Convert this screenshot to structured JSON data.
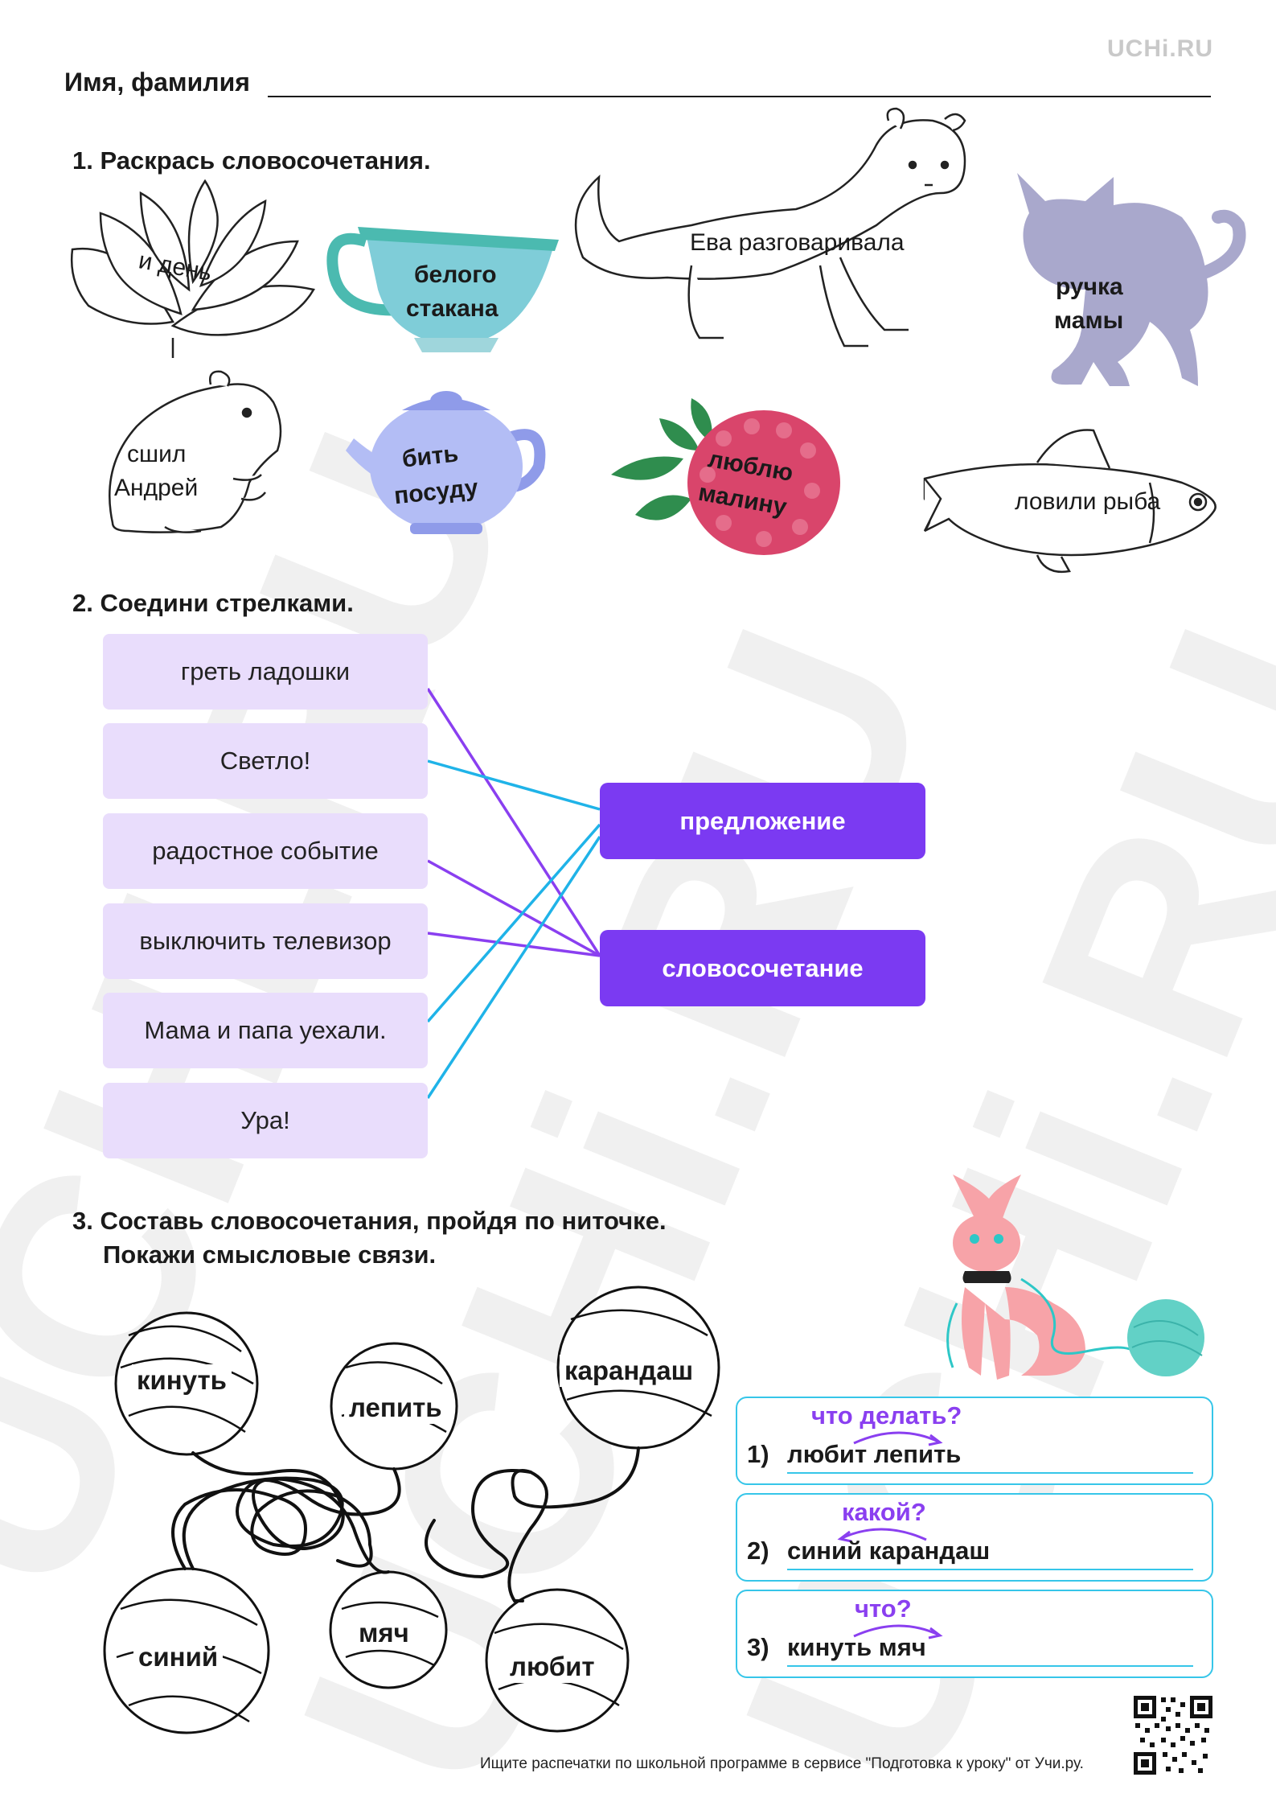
{
  "logo": "UCHi.RU",
  "header": {
    "name_label": "Имя, фамилия"
  },
  "task1": {
    "title": "1. Раскрась словосочетания.",
    "pictures": [
      {
        "icon": "lotus-icon",
        "label": "и день"
      },
      {
        "icon": "teacup-icon",
        "label_line1": "белого",
        "label_line2": "стакана"
      },
      {
        "icon": "ferret-icon",
        "label": "Ева разговаривала"
      },
      {
        "icon": "cat-icon",
        "label_line1": "ручка",
        "label_line2": "мамы"
      },
      {
        "icon": "hamster-icon",
        "label_line1": "сшил",
        "label_line2": "Андрей"
      },
      {
        "icon": "teapot-icon",
        "label_line1": "бить",
        "label_line2": "посуду"
      },
      {
        "icon": "raspberry-icon",
        "label_line1": "люблю",
        "label_line2": "малину"
      },
      {
        "icon": "fish-icon",
        "label": "ловили рыба"
      }
    ]
  },
  "task2": {
    "title": "2. Соедини стрелками.",
    "left": [
      "греть ладошки",
      "Светло!",
      "радостное событие",
      "выключить телевизор",
      "Мама и папа уехали.",
      "Ура!"
    ],
    "right": [
      "предложение",
      "словосочетание"
    ],
    "colors": {
      "to_sentence": "#1fb3e8",
      "to_phrase": "#8a3ff0"
    }
  },
  "task3": {
    "title_line1": "3. Составь словосочетания, пройдя по ниточке.",
    "title_line2": "Покажи смысловые связи.",
    "balls": [
      "кинуть",
      "лепить",
      "карандаш",
      "синий",
      "мяч",
      "любит"
    ],
    "answers": [
      {
        "num": "1)",
        "question": "что делать?",
        "phrase": "любит лепить"
      },
      {
        "num": "2)",
        "question": "какой?",
        "phrase": "синий карандаш"
      },
      {
        "num": "3)",
        "question": "что?",
        "phrase": "кинуть мяч"
      }
    ]
  },
  "footer": "Ищите распечатки по школьной программе в сервисе \"Подготовка к уроку\" от Учи.ру."
}
